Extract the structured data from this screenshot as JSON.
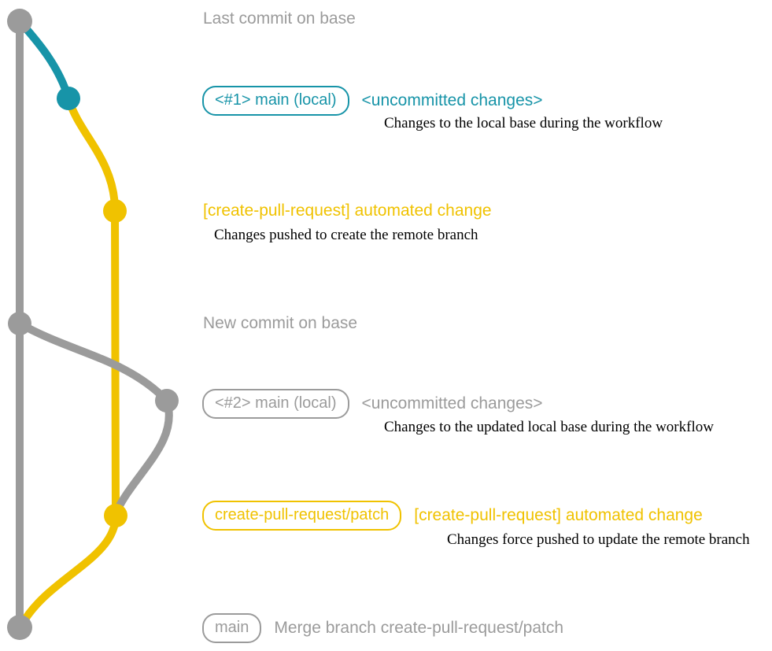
{
  "colors": {
    "gray": "#9b9b9b",
    "blue": "#1794a8",
    "yellow": "#f0c200",
    "caption": "#000000",
    "background": "#ffffff"
  },
  "annotations": {
    "last_commit": {
      "label": "Last commit on base"
    },
    "main_local_1": {
      "badge": "<#1> main (local)",
      "note": "<uncommitted changes>",
      "caption": "Changes to the local base during the workflow"
    },
    "automated_change_1": {
      "label": "[create-pull-request] automated change",
      "caption": "Changes pushed to create the remote branch"
    },
    "new_commit": {
      "label": "New commit on base"
    },
    "main_local_2": {
      "badge": "<#2> main (local)",
      "note": "<uncommitted changes>",
      "caption": "Changes to the updated local base during the workflow"
    },
    "automated_change_2": {
      "badge": "create-pull-request/patch",
      "note": "[create-pull-request] automated change",
      "caption": "Changes force pushed to update the remote branch"
    },
    "merge": {
      "badge": "main",
      "note": "Merge branch create-pull-request/patch"
    }
  },
  "graph": {
    "commits": [
      {
        "name": "last-commit-on-base",
        "color": "gray"
      },
      {
        "name": "uncommitted-changes-1",
        "color": "blue"
      },
      {
        "name": "automated-change-1",
        "color": "yellow"
      },
      {
        "name": "new-commit-on-base",
        "color": "gray"
      },
      {
        "name": "uncommitted-changes-2",
        "color": "gray"
      },
      {
        "name": "automated-change-2",
        "color": "yellow"
      },
      {
        "name": "merge-commit",
        "color": "gray"
      }
    ]
  }
}
